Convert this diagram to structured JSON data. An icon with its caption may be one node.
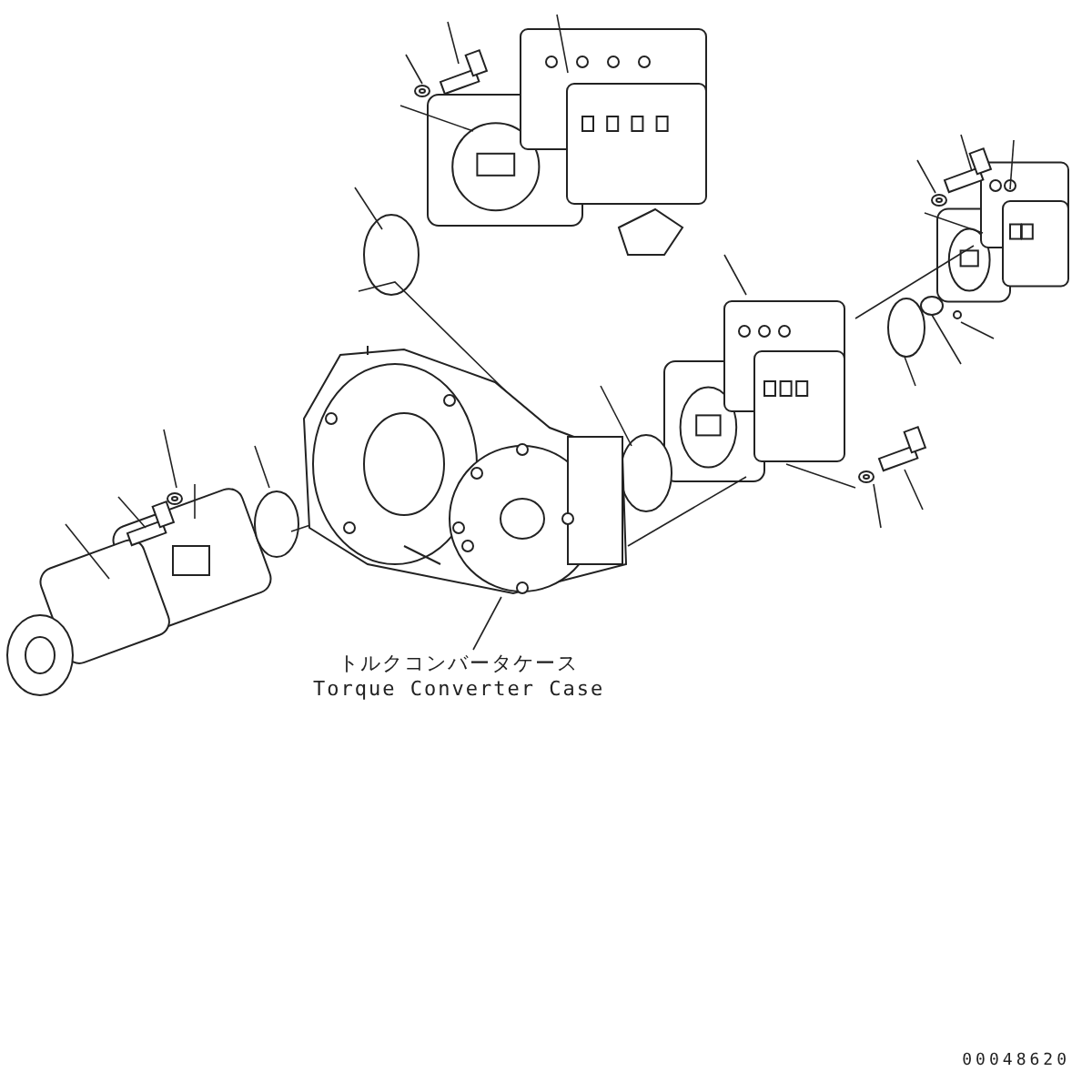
{
  "diagram": {
    "nodes": [
      {
        "text": [
          "トルクコンバータケース",
          "Torque Converter Case"
        ]
      },
      {
        "text": [],
        "shape": "picture"
      }
    ],
    "edges": [
      {
        "from": 0,
        "to": 1,
        "arrow": "none"
      }
    ],
    "labels": [
      "00048620"
    ]
  }
}
